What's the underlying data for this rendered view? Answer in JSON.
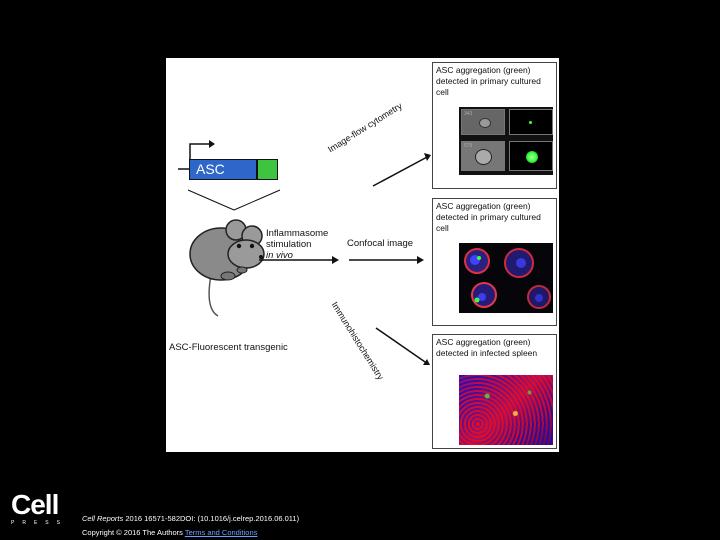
{
  "figure": {
    "gene_label": "ASC",
    "inflammasome_lines": [
      "Inflammasome",
      "stimulation"
    ],
    "in_vivo": "in vivo",
    "transgenic_label": "ASC-Fluorescent transgenic",
    "methods": {
      "flow": "Image-flow cytometry",
      "confocal": "Confocal image",
      "ihc": "Immunohistochemistry"
    },
    "panels": [
      {
        "caption_lines": [
          "ASC aggregation (green)",
          "detected in primary cultured",
          "cell"
        ],
        "numbers": [
          "343",
          "579"
        ]
      },
      {
        "caption_lines": [
          "ASC aggregation (green)",
          "detected in primary cultured",
          "cell"
        ]
      },
      {
        "caption_lines": [
          "ASC aggregation (green)",
          "detected in infected spleen"
        ]
      }
    ]
  },
  "logo": {
    "main": "Cell",
    "sub": "PRESS"
  },
  "footer": {
    "citation_journal": "Cell Reports",
    "citation_rest": " 2016 16571-582DOI: (10.1016/j.celrep.2016.06.011)",
    "copyright": "Copyright © 2016 The Authors ",
    "terms_link": "Terms and Conditions"
  },
  "colors": {
    "gene_box": "#2f66c9",
    "fp_box": "#3ec43e",
    "asc_green": "#3cff3c"
  }
}
